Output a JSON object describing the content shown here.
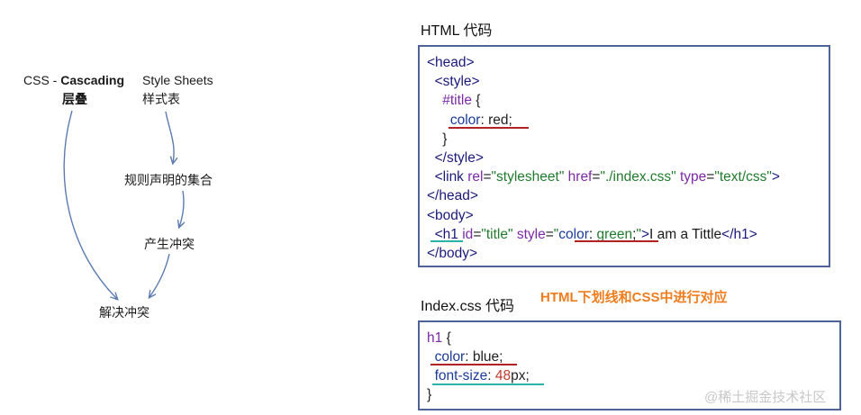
{
  "diagram": {
    "css_prefix": "CSS - ",
    "cascading": "Cascading",
    "style_sheets": "Style Sheets",
    "layered": "层叠",
    "stylesheet_cn": "样式表",
    "rule_set": "规则声明的集合",
    "conflict": "产生冲突",
    "resolve": "解决冲突"
  },
  "html_section": {
    "title": "HTML 代码",
    "lines": [
      "<head>",
      "  <style>",
      "    #title {",
      "      color: red;",
      "    }",
      "  </style>",
      "  <link rel=\"stylesheet\" href=\"./index.css\" type=\"text/css\">",
      "</head>",
      "<body>",
      "  <h1 id=\"title\" style=\"color: green;\">I am a Tittle</h1>",
      "</body>"
    ]
  },
  "css_section": {
    "title": "Index.css 代码",
    "note": "HTML下划线和CSS中进行对应",
    "lines": [
      "h1 {",
      "  color: blue;",
      "  font-size: 48px;",
      "}"
    ]
  },
  "watermark": "@稀土掘金技术社区",
  "colors": {
    "arrow": "#5b7bb0",
    "box_border": "#4f6396",
    "underline_red": "#b22222",
    "underline_teal": "#2bb3a8",
    "note": "#ef7d1e"
  }
}
